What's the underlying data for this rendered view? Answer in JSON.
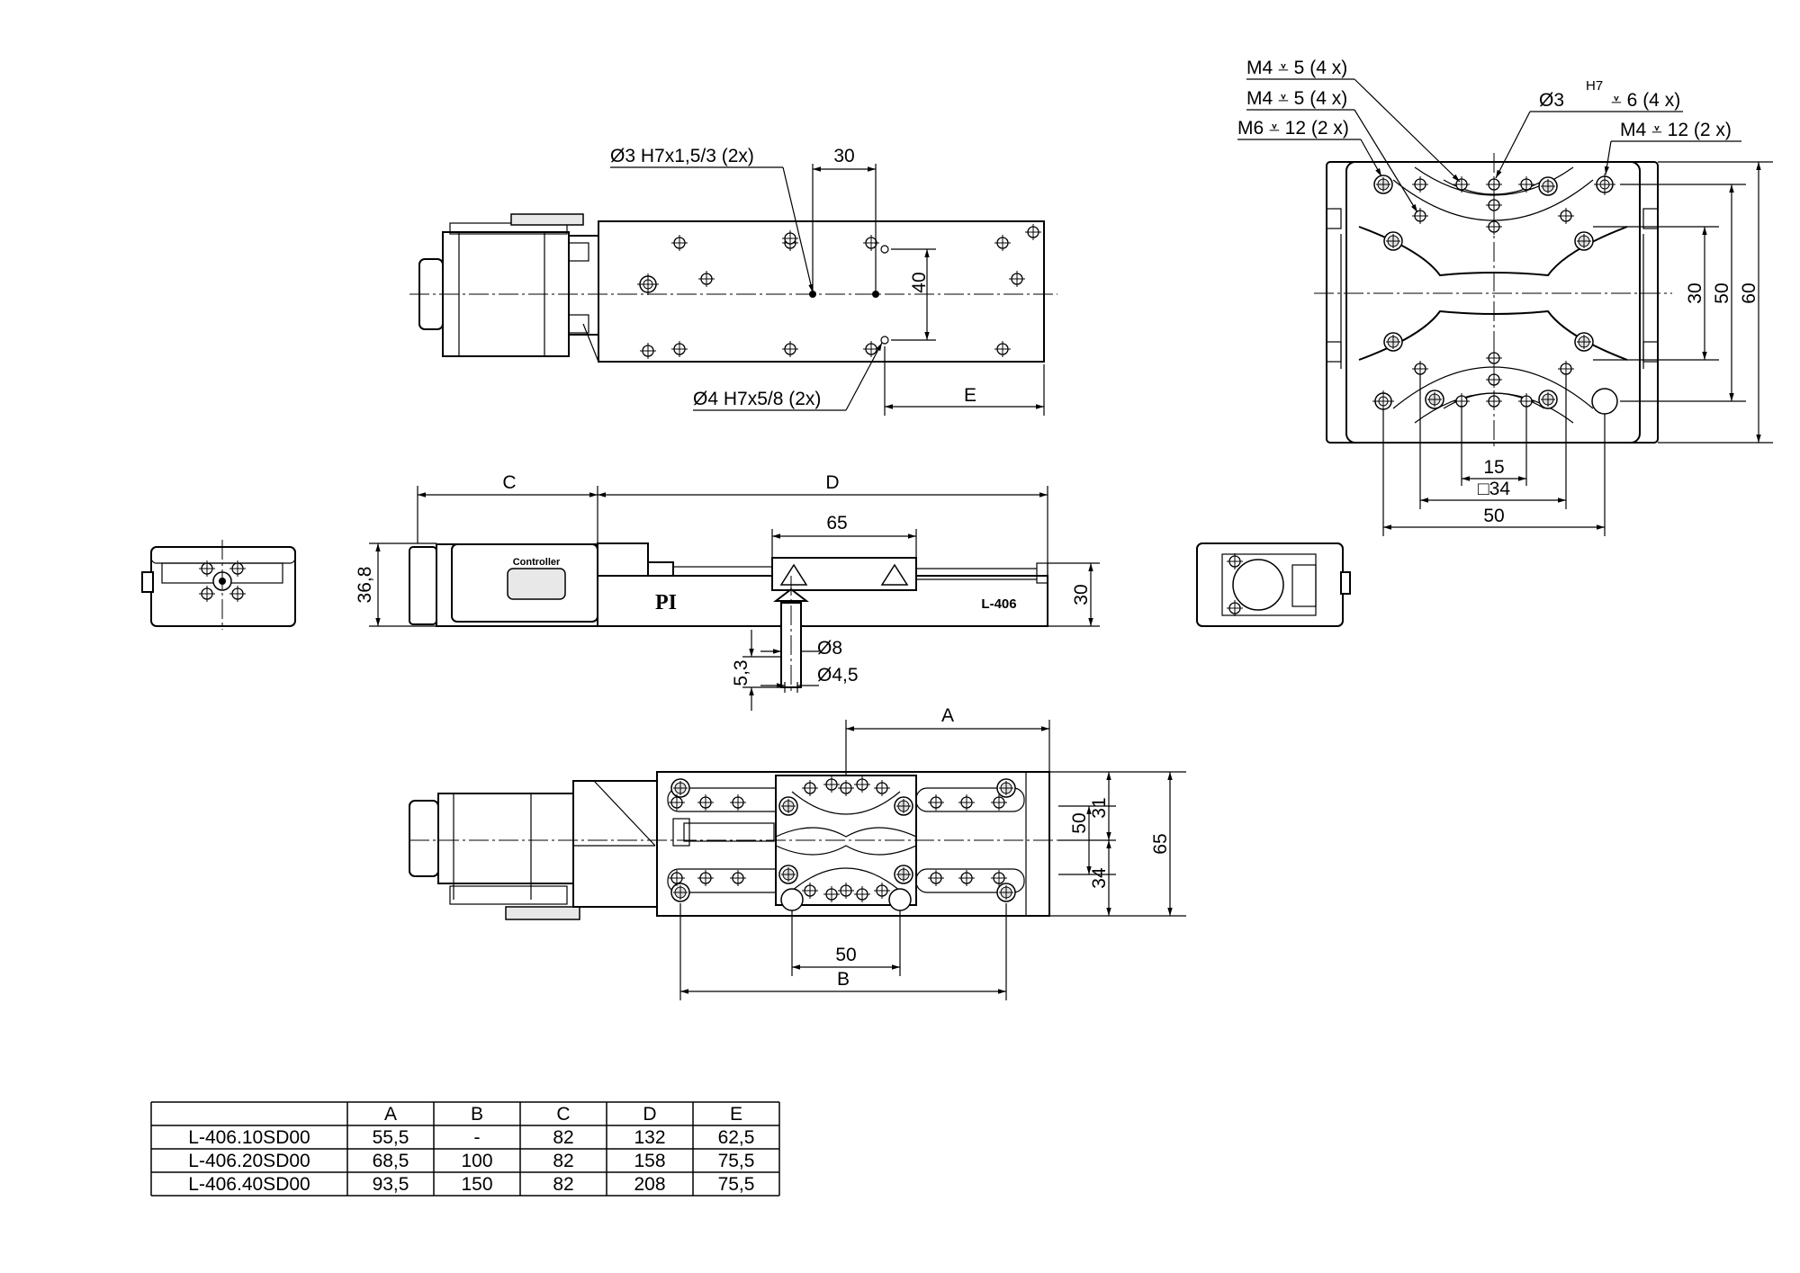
{
  "views": {
    "top": {
      "callout_hole3": "Ø3  H7x1,5/3 (2x)",
      "callout_hole4": "Ø4  H7x5/8 (2x)",
      "dim_30": "30",
      "dim_40": "40",
      "dim_E": "E"
    },
    "side": {
      "dim_C": "C",
      "dim_D": "D",
      "dim_65": "65",
      "dim_30": "30",
      "dim_36_8": "36,8",
      "dim_5_3": "5,3",
      "dim_d8": "Ø8",
      "dim_d4_5": "Ø4,5",
      "label_controller": "Controller",
      "label_brand": "PI",
      "label_model": "L-406"
    },
    "bottom": {
      "dim_A": "A",
      "dim_B": "B",
      "dim_50_h": "50",
      "dim_50_v": "50",
      "dim_31": "31",
      "dim_34": "34",
      "dim_65": "65"
    },
    "detail": {
      "callout_m4_5_a": "M4 ⩡ 5 (4 x)",
      "callout_m4_5_b": "M4 ⩡ 5 (4 x)",
      "callout_m6_12": "M6 ⩡ 12 (2 x)",
      "callout_d3_prefix": "Ø3",
      "callout_d3_sup": "H7",
      "callout_d3_suffix": "⩡ 6 (4 x)",
      "callout_m4_12": "M4 ⩡ 12 (2 x)",
      "dim_30": "30",
      "dim_50_v": "50",
      "dim_60": "60",
      "dim_15": "15",
      "dim_sq34": "□34",
      "dim_50_h": "50"
    }
  },
  "table": {
    "headers": [
      "",
      "A",
      "B",
      "C",
      "D",
      "E"
    ],
    "rows": [
      [
        "L-406.10SD00",
        "55,5",
        "-",
        "82",
        "132",
        "62,5"
      ],
      [
        "L-406.20SD00",
        "68,5",
        "100",
        "82",
        "158",
        "75,5"
      ],
      [
        "L-406.40SD00",
        "93,5",
        "150",
        "82",
        "208",
        "75,5"
      ]
    ]
  }
}
